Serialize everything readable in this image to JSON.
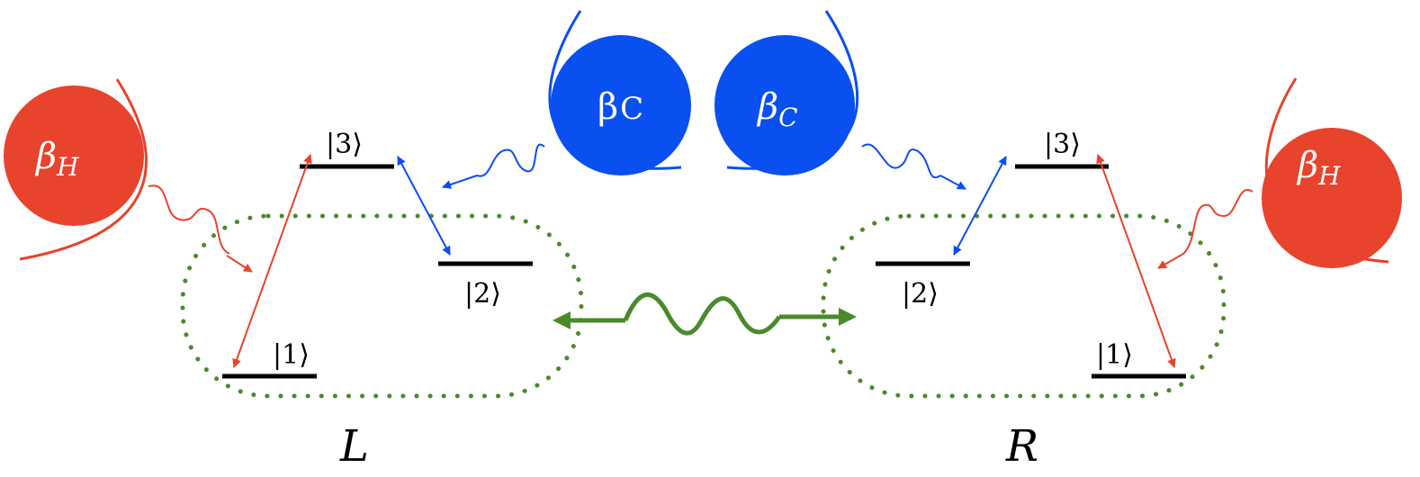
{
  "colors": {
    "hot": "#e8432c",
    "cold": "#0a4ff0",
    "coupling": "#4a8a2a",
    "level": "#000000",
    "bath_label": "#ffffff"
  },
  "baths": {
    "hot_left": {
      "symbol": "β",
      "subscript": "H"
    },
    "cold_left": {
      "symbol": "β",
      "subscript": "C"
    },
    "cold_right": {
      "symbol": "β",
      "subscript": "C"
    },
    "hot_right": {
      "symbol": "β",
      "subscript": "H"
    }
  },
  "left_system": {
    "name": "L",
    "level1": "|1⟩",
    "level2": "|2⟩",
    "level3": "|3⟩"
  },
  "right_system": {
    "name": "R",
    "level1": "|1⟩",
    "level2": "|2⟩",
    "level3": "|3⟩"
  }
}
